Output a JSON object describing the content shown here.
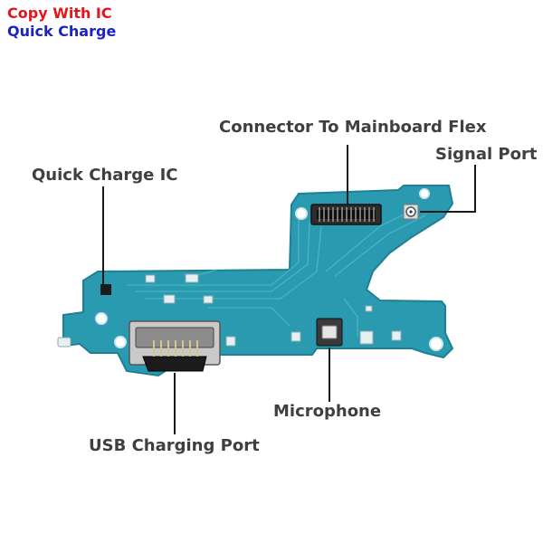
{
  "badges": {
    "line1": {
      "text": "Copy With IC",
      "color": "#e8141c"
    },
    "line2": {
      "text": "Quick Charge",
      "color": "#1d22c4"
    }
  },
  "callouts": {
    "connector": "Connector To Mainboard Flex",
    "signal_port": "Signal Port",
    "quick_charge_ic": "Quick Charge IC",
    "microphone": "Microphone",
    "usb_port": "USB Charging Port"
  },
  "colors": {
    "pcb": "#2a9ab0",
    "pcb_edge": "#1f7f93",
    "trace": "#4cb6c8",
    "label_text": "#3f3f3f",
    "leader_line": "#1a1a1a"
  },
  "icons": {
    "board": "pcb-board-image",
    "usb": "usb-c-connector-image",
    "mic": "microphone-image",
    "flex": "flex-connector-image"
  }
}
